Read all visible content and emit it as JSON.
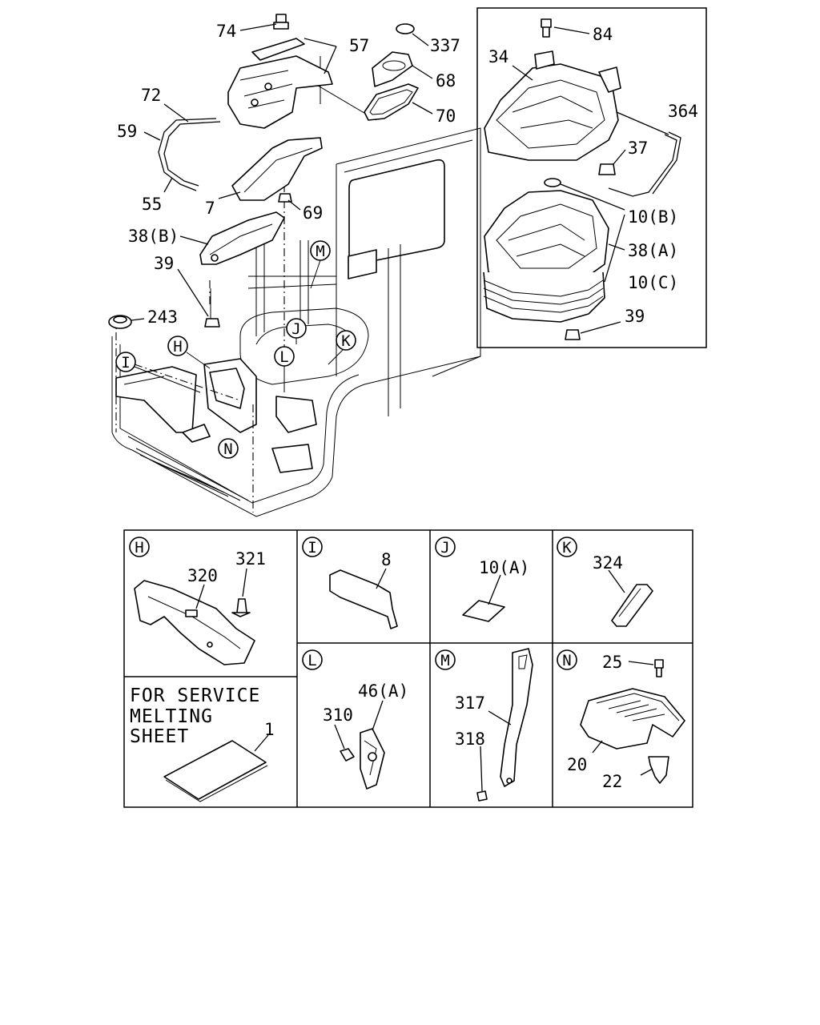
{
  "diagram": {
    "callouts_main": [
      "74",
      "57",
      "337",
      "68",
      "70",
      "72",
      "59",
      "55",
      "7",
      "69",
      "38(B)",
      "39",
      "243"
    ],
    "callouts_inset": [
      "84",
      "34",
      "364",
      "37",
      "10(B)",
      "38(A)",
      "10(C)",
      "39"
    ],
    "view_markers": [
      "H",
      "I",
      "J",
      "K",
      "L",
      "M"
    ]
  },
  "panels": {
    "H": {
      "marker": "H",
      "labels": [
        "321",
        "320"
      ]
    },
    "I": {
      "marker": "I",
      "labels": [
        "8"
      ]
    },
    "J": {
      "marker": "J",
      "labels": [
        "10(A)"
      ]
    },
    "K": {
      "marker": "K",
      "labels": [
        "324"
      ]
    },
    "service": {
      "line1": "FOR SERVICE",
      "line2": "MELTING",
      "line3": "SHEET",
      "label": "1"
    },
    "L": {
      "marker": "L",
      "labels": [
        "46(A)",
        "310"
      ]
    },
    "M": {
      "marker": "M",
      "labels": [
        "317",
        "318"
      ]
    },
    "N": {
      "marker": "N",
      "labels": [
        "25",
        "20",
        "22"
      ]
    }
  }
}
